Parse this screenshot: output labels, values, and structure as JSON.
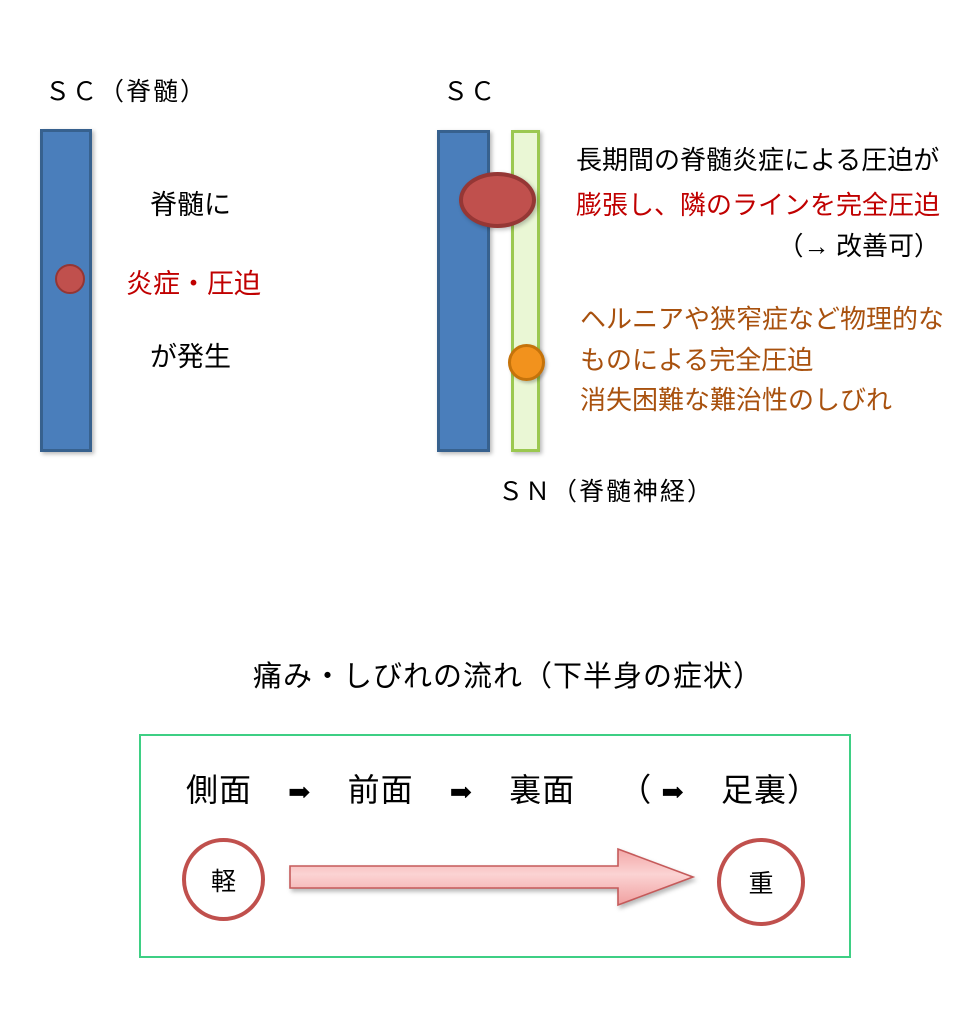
{
  "diagram_top": {
    "left": {
      "label": "ＳＣ（脊髄）",
      "lines": [
        {
          "text": "脊髄に",
          "color": "#000000"
        },
        {
          "text": "炎症・圧迫",
          "color": "#c00000"
        },
        {
          "text": "が発生",
          "color": "#000000"
        }
      ],
      "marker": "inflammation-dot"
    },
    "right": {
      "label": "ＳＣ",
      "bottom_label": "ＳＮ（脊髄神経）",
      "markers": [
        "swollen-red-ellipse",
        "orange-compression-dot"
      ],
      "note_red": {
        "line1": "長期間の脊髄炎症による圧迫が",
        "line2": "膨張し、隣のラインを完全圧迫",
        "line3": "（→ 改善可）",
        "color": "#c00000"
      },
      "note_orange": {
        "line1": "ヘルニアや狭窄症など物理的な",
        "line2": "ものによる完全圧迫",
        "line3": "消失困難な難治性のしびれ",
        "color": "#a8510e"
      }
    }
  },
  "flow_section": {
    "title": "痛み・しびれの流れ（下半身の症状）",
    "stages": [
      "側面",
      "前面",
      "裏面"
    ],
    "optional_stage": "足裏",
    "arrow_glyph": "➡",
    "paren_open": "（",
    "paren_close": "）",
    "severity_start": "軽",
    "severity_end": "重",
    "box_border_color": "#3ecf84",
    "arrow_color": "#f7c6c6"
  }
}
